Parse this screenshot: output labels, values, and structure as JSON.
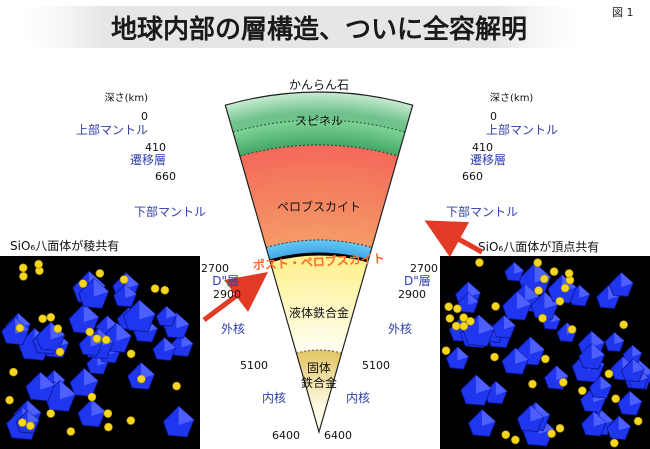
{
  "title": "地球内部の層構造、ついに全容解明",
  "figure_label": "図 1",
  "depth_header": "深さ(km)",
  "layers": [
    {
      "label": "かんらん石"
    },
    {
      "label": "スピネル"
    },
    {
      "label": "ペロブスカイト"
    },
    {
      "label": "ポスト・ペロブスカイト"
    },
    {
      "label": "液体鉄合金"
    },
    {
      "label": "固体\n鉄合金"
    }
  ],
  "depths": [
    "0",
    "410",
    "660",
    "2700",
    "2900",
    "5100",
    "6400"
  ],
  "regions": {
    "upper_mantle": "上部マントル",
    "transition": "遷移層",
    "lower_mantle": "下部マントル",
    "d_layer": "D\"層",
    "outer_core": "外核",
    "inner_core": "内核"
  },
  "left_caption": "SiO₆八面体が稜共有",
  "right_caption": "SiO₆八面体が頂点共有",
  "colors": {
    "olivine": "#8fd2a4",
    "spinel": "#3fa463",
    "perovskite": "#f58a6a",
    "post_perovskite": "#35a7e6",
    "liquid_core": "#fff4a8",
    "solid_core": "#e8cf74",
    "region_label": "#2f3fa8",
    "arrow": "#e23a24",
    "octahedron": "#1a2ee6"
  }
}
